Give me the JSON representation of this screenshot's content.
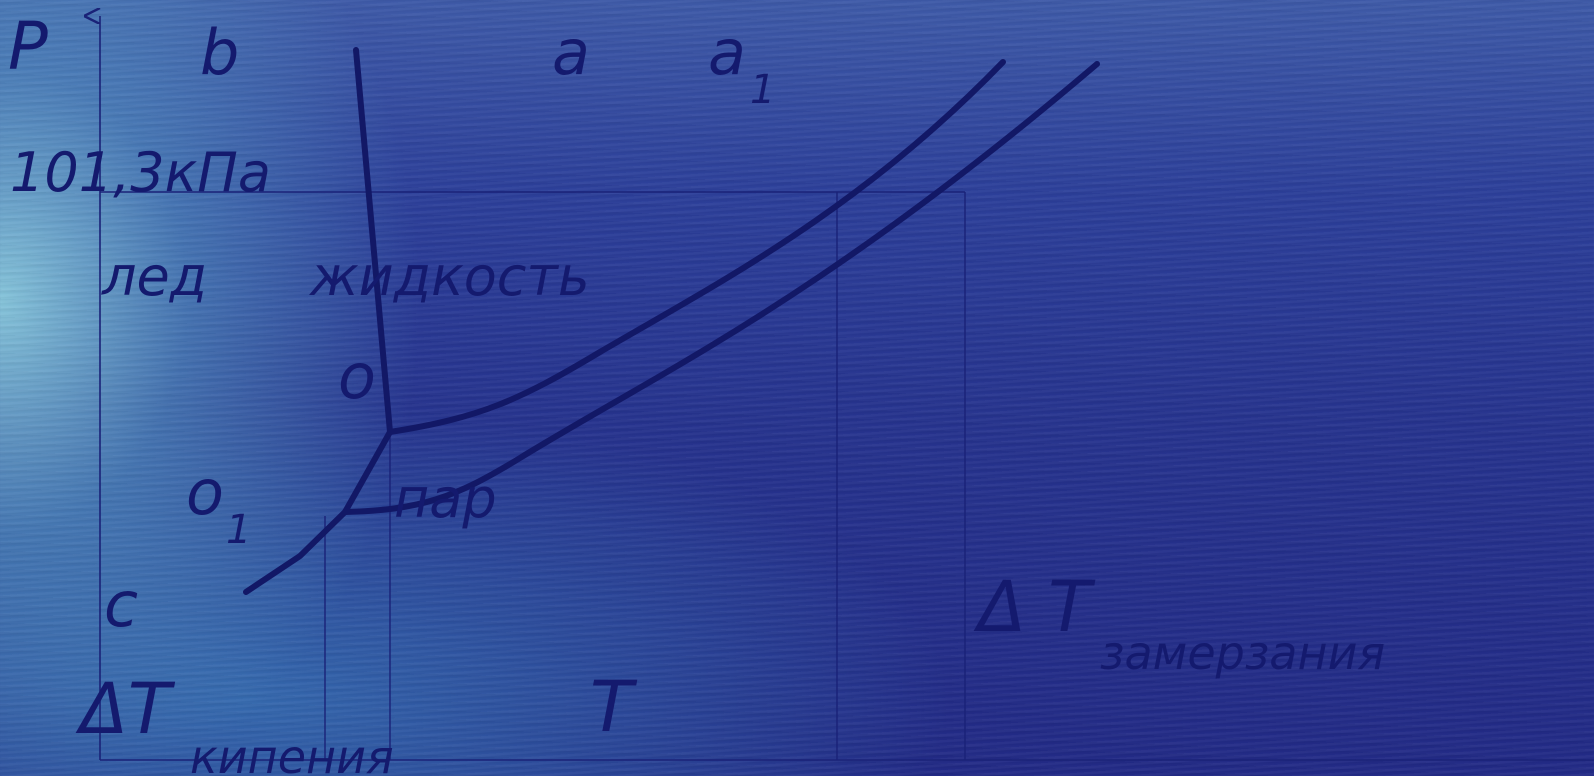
{
  "labels": {
    "p_axis": "P",
    "pressure": "101,3кПа",
    "b": "b",
    "a": "a",
    "a1_base": "a",
    "a1_sub": "1",
    "ice": "лед",
    "liquid": "жидкость",
    "o": "o",
    "o1_base": "o",
    "o1_sub": "1",
    "vapor": "пар",
    "c": "c",
    "dt_boil_base": "ΔT",
    "dt_boil_sub": "кипения",
    "t_axis": "T",
    "dt_freeze_base": "Δ T",
    "dt_freeze_sub": "замерзания"
  },
  "colors": {
    "curve": "#121866",
    "text": "#141a6e",
    "guide": "#1a2278"
  }
}
